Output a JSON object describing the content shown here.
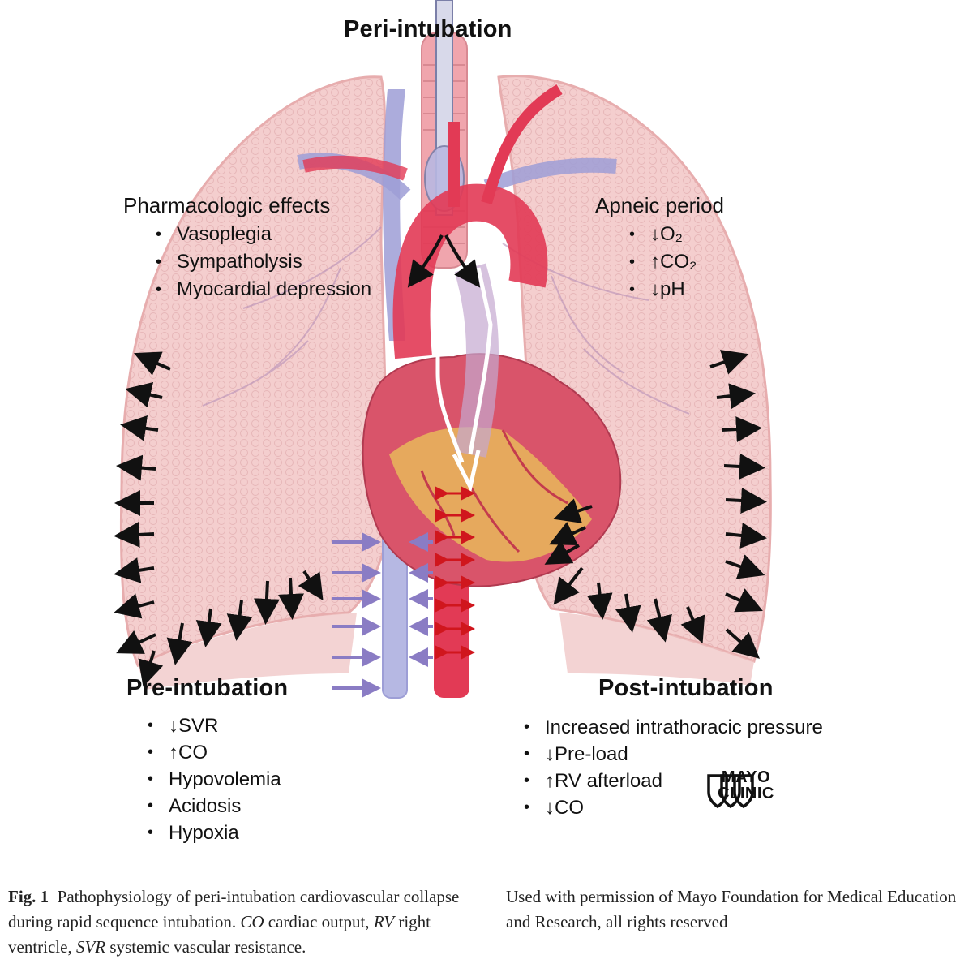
{
  "figure": {
    "title_top": "Peri-intubation",
    "pharmacologic": {
      "heading": "Pharmacologic effects",
      "items": [
        "Vasoplegia",
        "Sympatholysis",
        "Myocardial depression"
      ]
    },
    "apneic": {
      "heading": "Apneic period",
      "items": [
        "↓O₂",
        "↑CO₂",
        "↓pH"
      ]
    },
    "pre": {
      "heading": "Pre-intubation",
      "items": [
        "↓SVR",
        "↑CO",
        "Hypovolemia",
        "Acidosis",
        "Hypoxia"
      ]
    },
    "post": {
      "heading": "Post-intubation",
      "items": [
        "Increased intrathoracic pressure",
        "↓Pre-load",
        "↑RV afterload",
        "↓CO"
      ]
    },
    "logo": {
      "line1": "MAYO",
      "line2": "CLINIC"
    },
    "colors": {
      "lung": "#f3c9c9",
      "lung_edge": "#e6a9aa",
      "artery": "#e23a55",
      "vein": "#9d9ed6",
      "heart": "#d9546a",
      "heart_fat": "#e9c65a",
      "trachea": "#f0a5ad",
      "purple_arrow": "#8a7cc4",
      "red_arrow": "#d0161d"
    }
  },
  "caption": {
    "label": "Fig. 1",
    "left_text_1": "Pathophysiology of peri-intubation cardiovascular collapse during rapid sequence intubation.",
    "abbr_co": "CO",
    "co_def": "cardiac output,",
    "abbr_rv": "RV",
    "rv_def": "right ventricle,",
    "abbr_svr": "SVR",
    "svr_def": "systemic vascular resistance.",
    "right_text": "Used with permission of Mayo Foundation for Medical Education and Research, all rights reserved"
  }
}
